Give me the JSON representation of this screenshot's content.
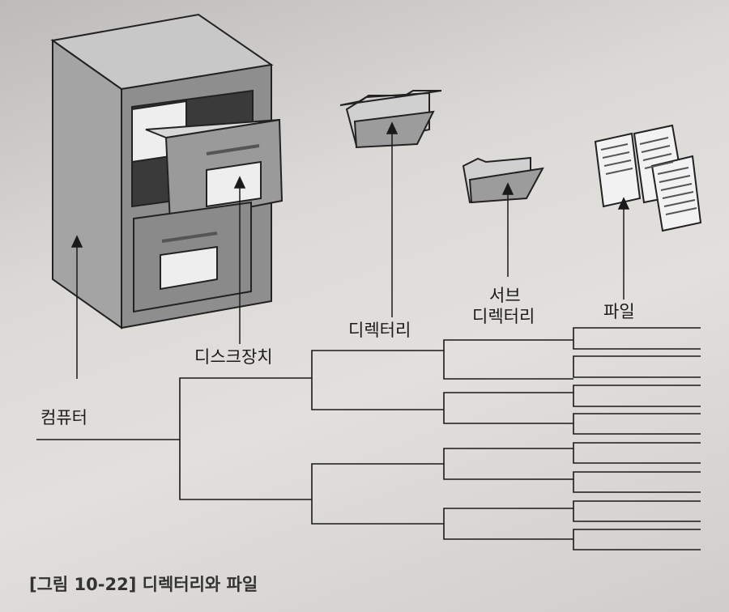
{
  "labels": {
    "computer": "컴퓨터",
    "disk": "디스크장치",
    "directory": "디렉터리",
    "subdirectory_line1": "서브",
    "subdirectory_line2": "디렉터리",
    "file": "파일"
  },
  "caption": "[그림 10-22] 디렉터리와 파일",
  "colors": {
    "ink": "#1a1a1a",
    "cabinet_dark": "#6e6e6e",
    "cabinet_mid": "#a9a9a9",
    "cabinet_light": "#cfcfcf"
  }
}
